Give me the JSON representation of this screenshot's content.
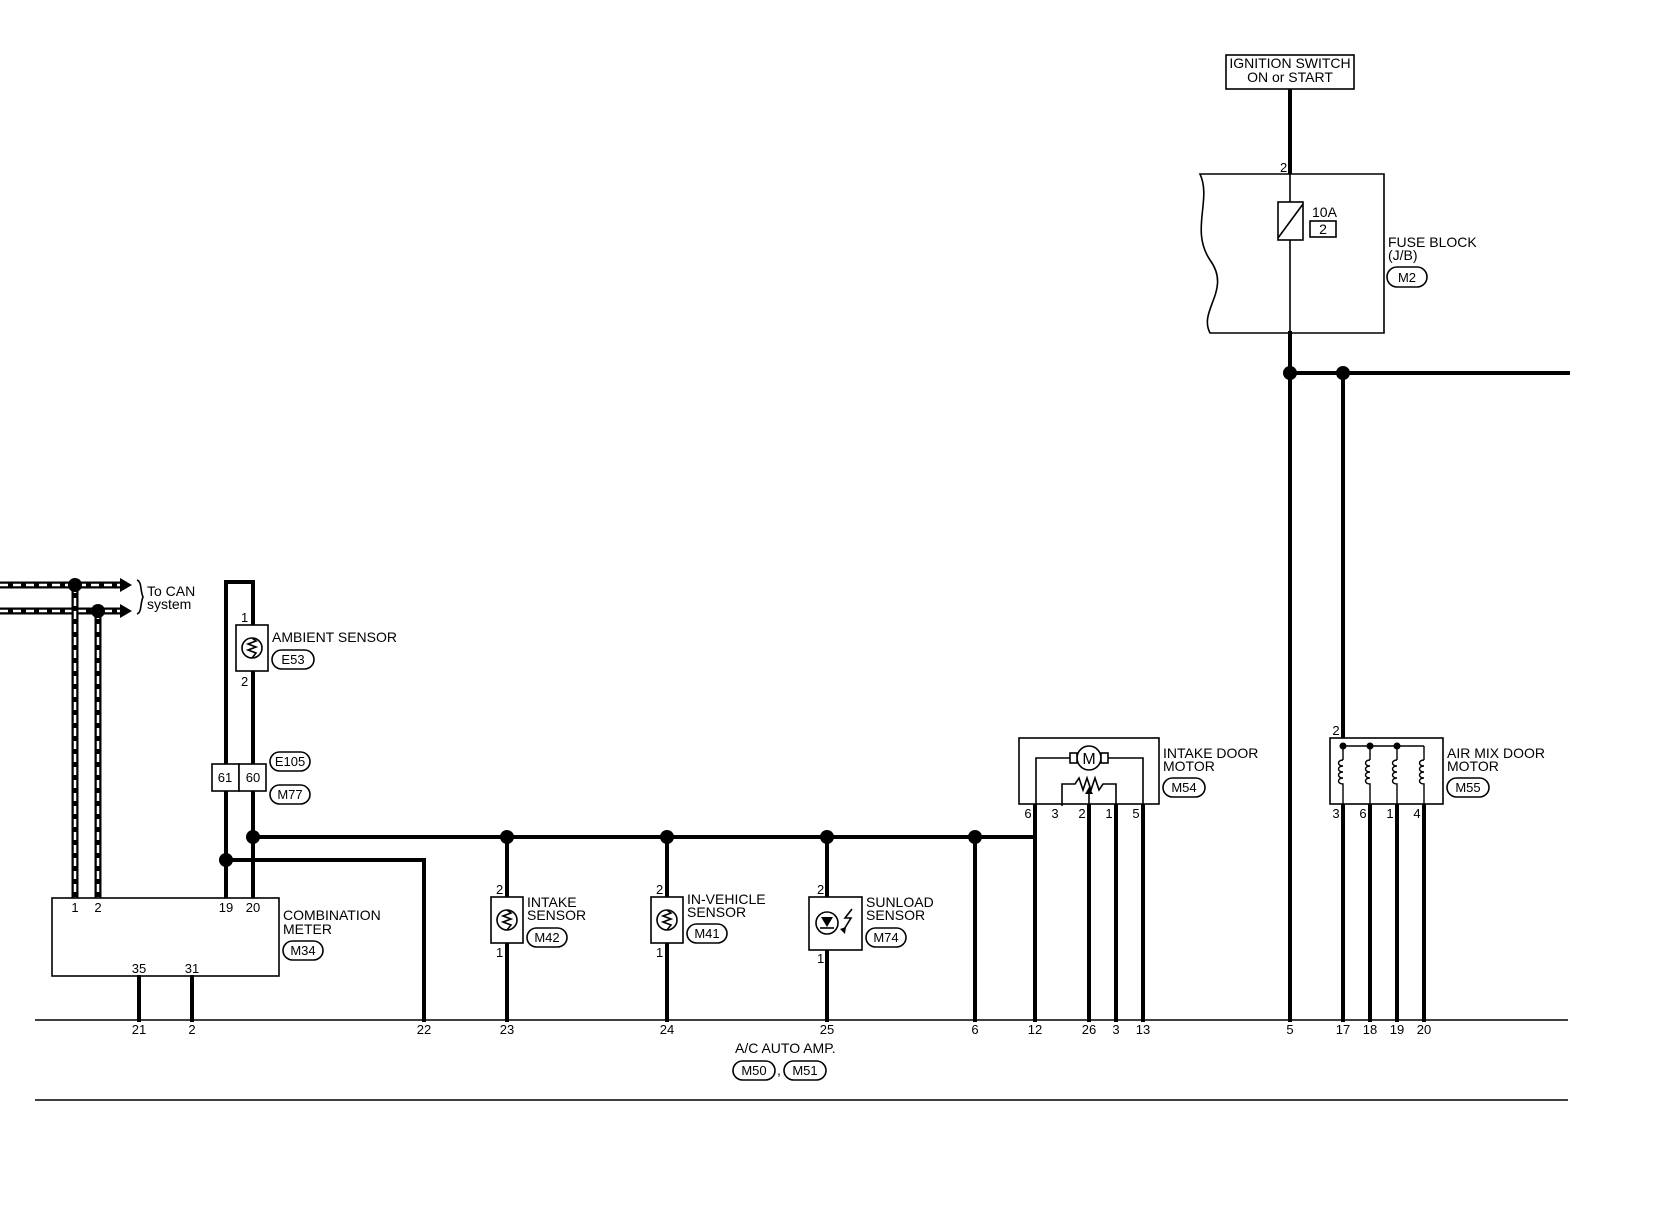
{
  "ignition": {
    "line1": "IGNITION SWITCH",
    "line2": "ON or START"
  },
  "fuse": {
    "rating": "10A",
    "number": "2",
    "pin_in": "2",
    "label_line1": "FUSE BLOCK",
    "label_line2": "(J/B)",
    "connector": "M2"
  },
  "can": {
    "line1": "To CAN",
    "line2": "system"
  },
  "ambient": {
    "label": "AMBIENT SENSOR",
    "connector": "E53",
    "pin_top": "1",
    "pin_bottom": "2"
  },
  "joint": {
    "pin_a": "61",
    "pin_b": "60",
    "connector_a": "E105",
    "connector_b": "M77"
  },
  "combination_meter": {
    "line1": "COMBINATION",
    "line2": "METER",
    "connector": "M34",
    "pins_top": [
      "1",
      "2",
      "19",
      "20"
    ],
    "pins_bottom": [
      "35",
      "31"
    ]
  },
  "intake_sensor": {
    "line1": "INTAKE",
    "line2": "SENSOR",
    "connector": "M42",
    "pin_top": "2",
    "pin_bottom": "1"
  },
  "invehicle_sensor": {
    "line1": "IN-VEHICLE",
    "line2": "SENSOR",
    "connector": "M41",
    "pin_top": "2",
    "pin_bottom": "1"
  },
  "sunload_sensor": {
    "line1": "SUNLOAD",
    "line2": "SENSOR",
    "connector": "M74",
    "pin_top": "2",
    "pin_bottom": "1"
  },
  "intake_door_motor": {
    "line1": "INTAKE DOOR",
    "line2": "MOTOR",
    "connector": "M54",
    "motor_symbol": "M",
    "pins": [
      "6",
      "3",
      "2",
      "1",
      "5"
    ]
  },
  "air_mix_door_motor": {
    "line1": "AIR MIX DOOR",
    "line2": "MOTOR",
    "connector": "M55",
    "pin_top": "2",
    "pins": [
      "3",
      "6",
      "1",
      "4"
    ]
  },
  "ac_auto_amp": {
    "label": "A/C AUTO AMP.",
    "connector_a": "M50",
    "connector_b": "M51",
    "separator": ",",
    "pins": [
      "21",
      "2",
      "22",
      "23",
      "24",
      "25",
      "6",
      "12",
      "26",
      "3",
      "13",
      "5",
      "17",
      "18",
      "19",
      "20"
    ]
  }
}
